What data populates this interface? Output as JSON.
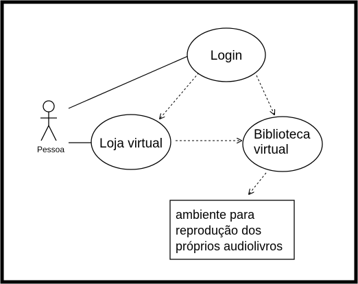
{
  "diagram": {
    "actor": {
      "name": "Pessoa"
    },
    "use_cases": {
      "login": "Login",
      "loja_virtual": "Loja virtual",
      "biblioteca_line1": "Biblioteca",
      "biblioteca_line2": "virtual"
    },
    "note": {
      "line1": "ambiente para",
      "line2": "reprodução dos",
      "line3": "próprios audiolivros"
    },
    "colors": {
      "stroke": "#000000",
      "background": "#ffffff"
    }
  }
}
